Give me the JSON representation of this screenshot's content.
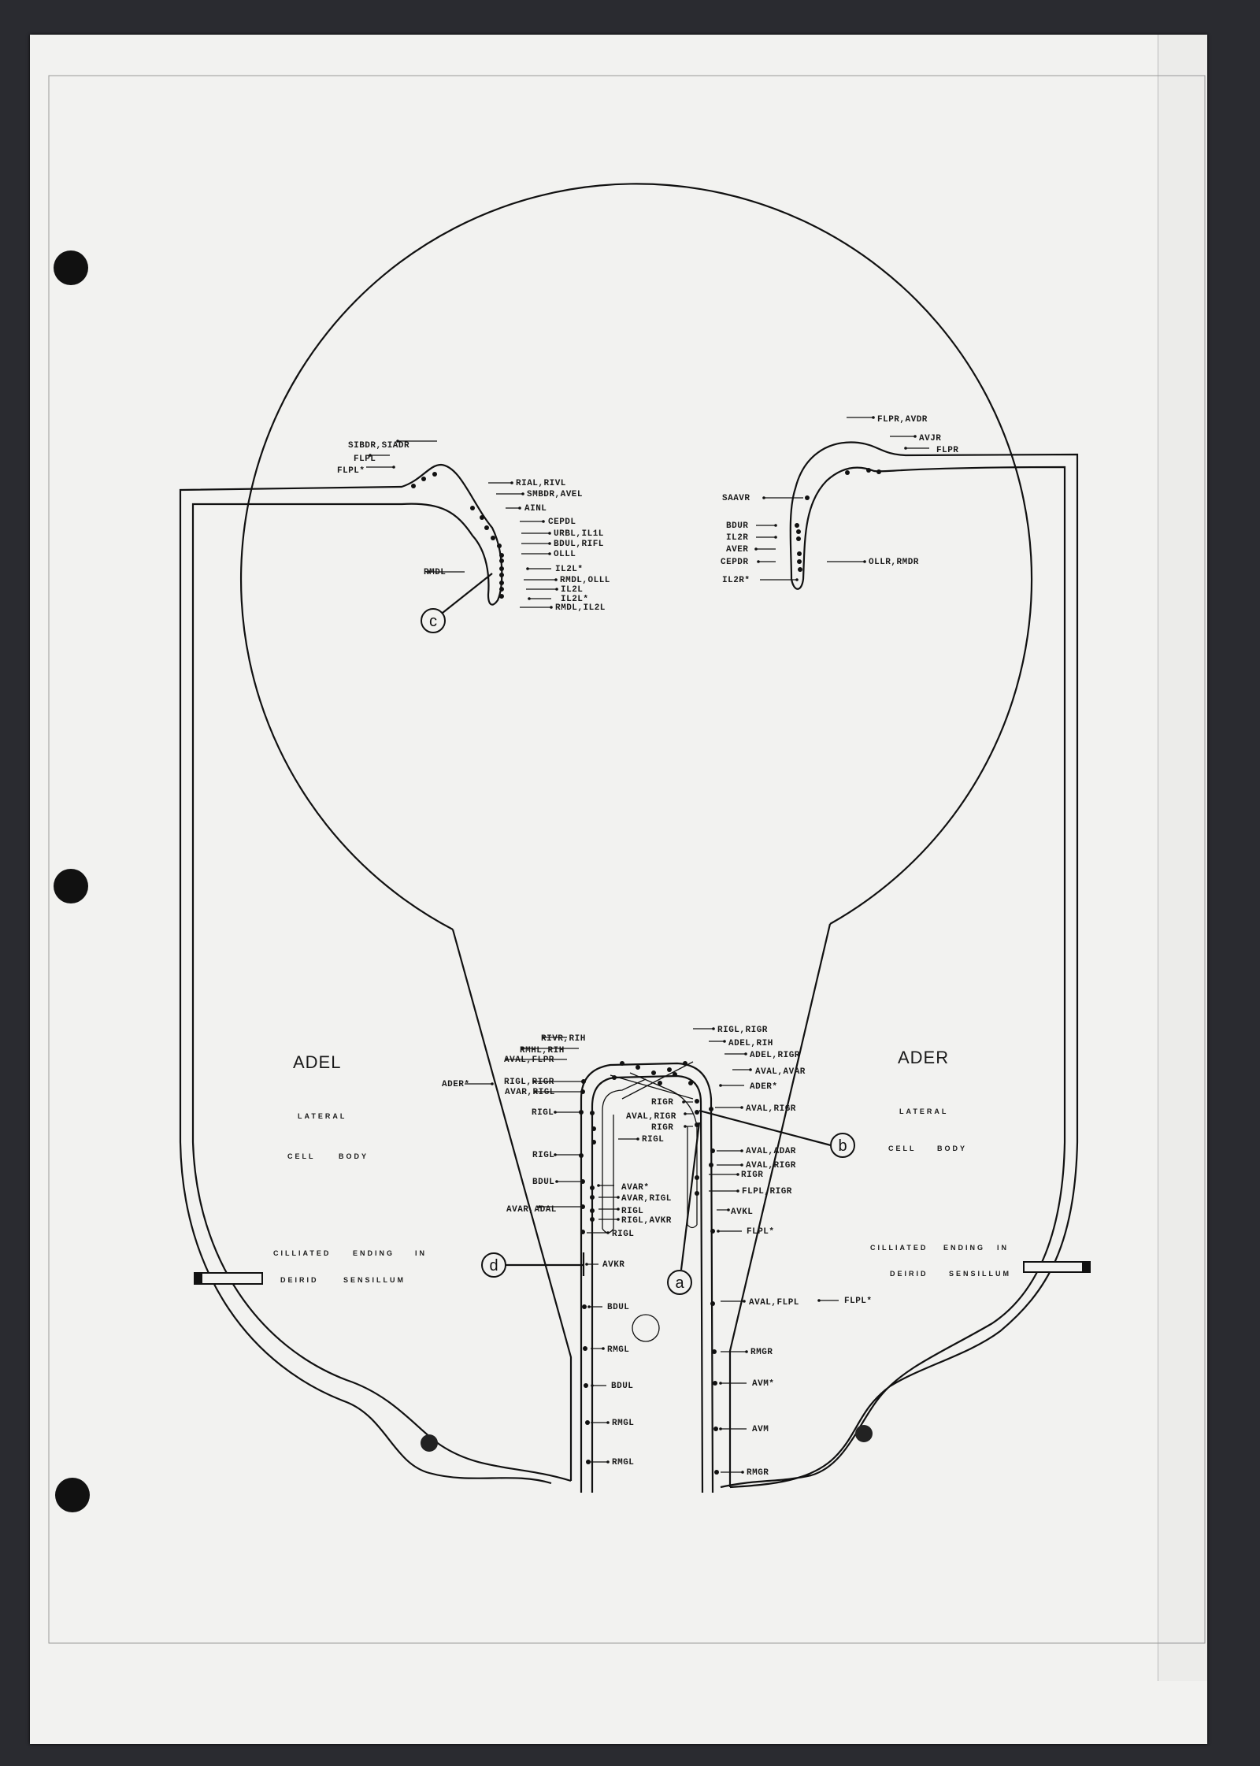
{
  "left_head": {
    "labels": [
      "SIBDR,SIADR",
      "FLPL",
      "FLPL*",
      "RIAL,RIVL",
      "SMBDR,AVEL",
      "AINL",
      "CEPDL",
      "URBL,IL1L",
      "BDUL,RIFL",
      "OLLL",
      "IL2L*",
      "RMDL,OLLL",
      "IL2L",
      "IL2L*",
      "RMDL,IL2L",
      "RMDL"
    ]
  },
  "right_head": {
    "labels": [
      "FLPR,AVDR",
      "AVJR",
      "FLPR",
      "SAAVR",
      "BDUR",
      "IL2R",
      "AVER",
      "CEPDR",
      "IL2R*",
      "OLLR,RMDR"
    ]
  },
  "neck_labels": [
    "RIGL,RIGR",
    "RIVR,RIH",
    "ADEL,RIH",
    "RMHL,RIH",
    "ADEL,RIGR",
    "AVAL,FLPR",
    "AVAL,AVAR",
    "RIGL,RIGR",
    "ADER*",
    "ADER*",
    "AVAR,RIGL",
    "RIGR",
    "AVAL,RIGR",
    "RIGL",
    "AVAL,RIGR",
    "RIGR",
    "RIGL",
    "AVAL,ADAR",
    "RIGL",
    "AVAL,RIGR",
    "RIGR",
    "BDUL",
    "AVAR*",
    "FLPL,RIGR",
    "AVAR,RIGL",
    "AVAR,ADAL",
    "AVKL",
    "RIGL",
    "RIGL,AVKR",
    "FLPL*",
    "RIGL"
  ],
  "lower_labels": [
    "AVKR",
    "BDUL",
    "AVAL,FLPL",
    "FLPL*",
    "RMGL",
    "RMGR",
    "AVM*",
    "BDUL",
    "RMGL",
    "AVM",
    "RMGL",
    "RMGR"
  ],
  "callouts": {
    "a": "a",
    "b": "b",
    "c": "c",
    "d": "d"
  },
  "left_cell": {
    "name": "ADEL",
    "lateral": "LATERAL",
    "cell": "CELL",
    "body": "BODY",
    "cilliated": "CILLIATED",
    "ending": "ENDING",
    "in": "IN",
    "deirid": "DEIRID",
    "sensillum": "SENSILLUM"
  },
  "right_cell": {
    "name": "ADER",
    "lateral": "LATERAL",
    "cell": "CELL",
    "body": "BODY",
    "cilliated": "CILLIATED",
    "ending": "ENDING",
    "in": "IN",
    "deirid": "DEIRID",
    "sensillum": "SENSILLUM"
  }
}
